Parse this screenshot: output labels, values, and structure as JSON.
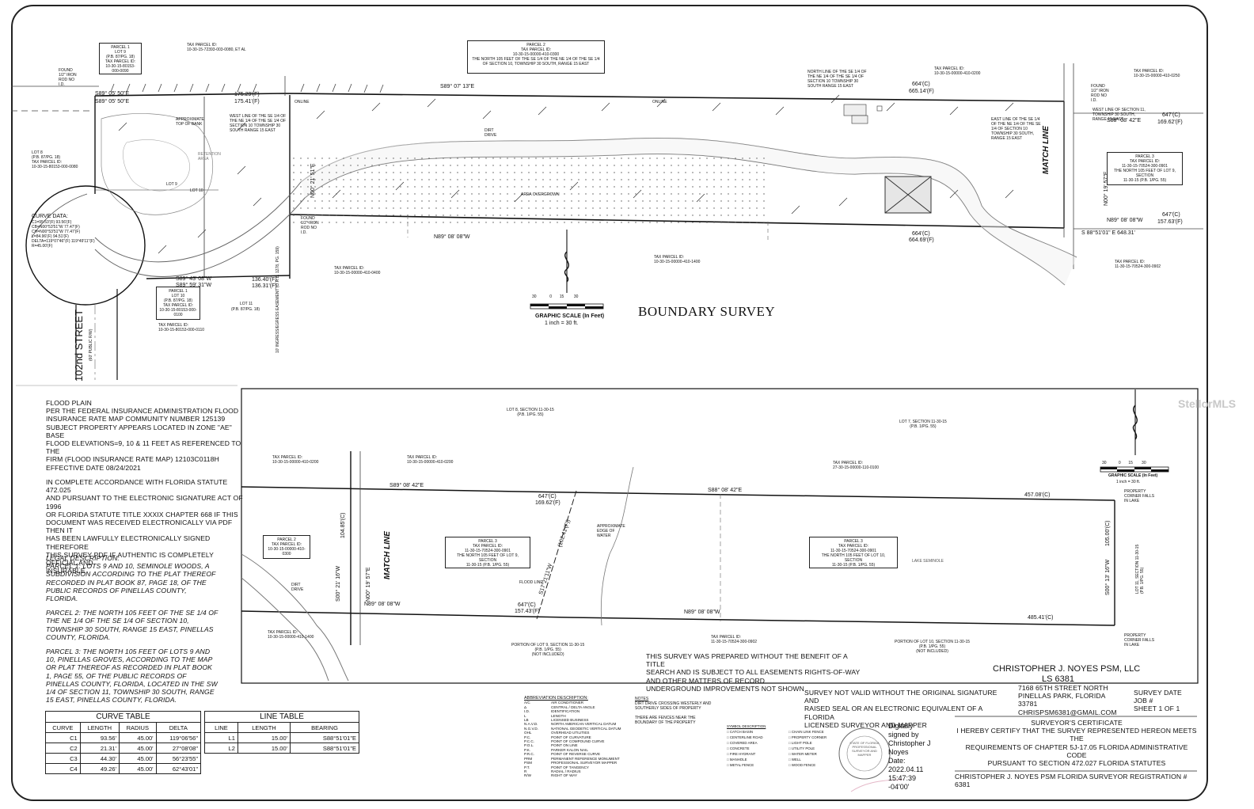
{
  "title": "BOUNDARY SURVEY",
  "scale_top": {
    "label": "GRAPHIC SCALE (In Feet)",
    "ratio": "1 inch = 30 ft.",
    "ticks": [
      "30",
      "0",
      "15",
      "30"
    ]
  },
  "scale_bottom": {
    "label": "GRAPHIC SCALE (In Feet)",
    "ratio": "1 inch = 30 ft.",
    "ticks": [
      "30",
      "0",
      "15",
      "30"
    ]
  },
  "street": "102nd STREET",
  "street_sub": "(60' PUBLIC R/W)",
  "labels": {
    "area_overgrown": "AREA OVERGROWN",
    "lot9": "LOT 9",
    "lot10": "LOT 10",
    "lot11": "LOT 11",
    "lot11_sub": "(P.B. 87/PG. 18)",
    "retention": "RETENTION AREA",
    "match_line": "MATCH LINE",
    "match_line2": "MATCH LINE",
    "lake": "LAKE SEMINOLE",
    "online": "ONLINE",
    "online2": "ONLINE",
    "dirt_drive": "DIRT DRIVE",
    "dirt_drive2": "DIRT DRIVE",
    "approx_top_bank": "APPROXIMATE TOP OF BANK",
    "approx_edge_water": "APPROXIMATE EDGE OF WATER",
    "flood_line": "FLOOD LINE",
    "prop_corner": "PROPERTY CORNER FALLS IN LAKE",
    "prop_corner2": "PROPERTY CORNER FALLS IN LAKE",
    "curve_data": "CURVE DATA:"
  },
  "bearings": {
    "top_north": "S89° 07' 13\"E",
    "top_north_d1": "664'(C)",
    "top_north_d2": "665.14'(F)",
    "left_s1": "S89° 05' 50\"E",
    "left_s2": "S89° 05' 50\"E",
    "left_d1": "175.29'(F)",
    "left_d2": "175.41'(F)",
    "west_line": "N00° 21' 51\"E",
    "south": "N89° 08' 08\"W",
    "south_d1": "664'(C)",
    "south_d2": "664.69'(F)",
    "match_n": "S88° 08' 42\"E",
    "match_d1": "647'(C)",
    "match_d2": "169.62'(F)",
    "match_s": "N89° 08' 08\"W",
    "match_s_d1": "647'(C)",
    "match_s_d2": "157.63'(F)",
    "s88": "S 88°51'01\" E 648.31'",
    "lot_s1": "S89° 43' 08\"W",
    "lot_s2": "S89° 59' 31\"W",
    "lot_d1": "136.40'(F)",
    "lot_d2": "136.31'(F)",
    "east_v": "N00° 19' 57\"E",
    "b_north1": "S89° 08' 42\"E",
    "b_north1_d1": "647'(C)",
    "b_north1_d2": "169.62'(F)",
    "b_north2": "S88° 08' 42\"E",
    "b_north2_d": "457.08'(C)",
    "b_south1": "N89° 08' 08\"W",
    "b_south1_d1": "647'(C)",
    "b_south1_d2": "157.43'(F)",
    "b_south2": "N89° 08' 08\"W",
    "b_south2_d": "485.41'(C)",
    "b_east": "S00° 13' 16\"W",
    "b_east_d": "105.00'(C)",
    "b_west1": "S00° 21' 16\"W",
    "b_west2": "N00° 19' 57\"E",
    "b_west_d": "104.85'(C)",
    "b_diag": "S17°21'11\"W",
    "b_diag2": "(102.41'(F))"
  },
  "parcels": {
    "p1_top": {
      "title": "PARCEL 1",
      "lines": [
        "LOT 9",
        "(P.B. 87/PG. 18)",
        "TAX PARCEL ID:",
        "10-30-15-80153-000-0090"
      ]
    },
    "p2_top": {
      "title": "PARCEL 2",
      "lines": [
        "TAX PARCEL ID:",
        "10-30-15-00000-410-0300",
        "THE NORTH 105 FEET OF THE SE 1/4 OF THE NE 1/4 OF THE SE 1/4",
        "OF SECTION 10, TOWNSHIP 30 SOUTH, RANGE 15 EAST"
      ]
    },
    "p1_lot10": {
      "title": "PARCEL 1",
      "lines": [
        "LOT 10",
        "(P.B. 87/PG. 18)",
        "TAX PARCEL ID:",
        "10-30-15-80153-000-0100"
      ]
    },
    "p3_right": {
      "title": "PARCEL 3",
      "lines": [
        "TAX PARCEL ID:",
        "11-30-15-70524-300-0901",
        "THE NORTH 105 FEET OF LOT 9, SECTION",
        "11-30-15 (P.B. 1/PG. 55)"
      ]
    },
    "p2_bottom": {
      "title": "PARCEL 2",
      "lines": [
        "TAX PARCEL ID:",
        "10-30-15-00000-410-0300"
      ]
    },
    "p3_bottom": {
      "title": "PARCEL 3",
      "lines": [
        "TAX PARCEL ID:",
        "11-30-15-70524-300-0901",
        "THE NORTH 105 FEET OF LOT 9, SECTION",
        "11-30-15 (P.B. 1/PG. 55)"
      ]
    },
    "p3_bottom2": {
      "title": "PARCEL 3",
      "lines": [
        "TAX PARCEL ID:",
        "11-30-15-70524-300-0901",
        "THE NORTH 105 FEET OF LOT 10, SECTION",
        "11-30-15 (P.B. 1/PG. 55)"
      ]
    }
  },
  "tax_labels": {
    "t1": {
      "h": "TAX PARCEL ID:",
      "v": "10-30-15-72393-003-0080, ET AL"
    },
    "t2": {
      "h": "TAX PARCEL ID:",
      "v": "10-30-15-00000-410-0200"
    },
    "t3": {
      "h": "TAX PARCEL ID:",
      "v": "10-30-15-00000-410-0250"
    },
    "t4": {
      "h": "TAX PARCEL ID:",
      "v": "10-30-15-80153-000-0080"
    },
    "t5": {
      "h": "TAX PARCEL ID:",
      "v": "10-30-15-00000-410-0400"
    },
    "t6": {
      "h": "TAX PARCEL ID:",
      "v": "10-30-15-00000-410-1400"
    },
    "t7": {
      "h": "TAX PARCEL ID:",
      "v": "11-30-15-70524-300-0902"
    },
    "t8": {
      "h": "TAX PARCEL ID:",
      "v": "10-30-15-80153-000-0110"
    },
    "t9": {
      "h": "TAX PARCEL ID:",
      "v": "10-30-15-00000-410-0200"
    },
    "t10": {
      "h": "TAX PARCEL ID:",
      "v": "10-30-15-00000-410-0200"
    },
    "t11": {
      "h": "TAX PARCEL ID:",
      "v": "27-30-15-00000-110-0100"
    },
    "t12": {
      "h": "TAX PARCEL ID:",
      "v": "10-30-15-00000-410-1400"
    },
    "t13": {
      "h": "TAX PARCEL ID:",
      "v": "11-30-15-70524-300-0902"
    }
  },
  "lot_notes": {
    "lot8_sec": {
      "title": "LOT 8, SECTION 11-30-15",
      "sub": "(P.B. 1/PG. 55)"
    },
    "lot7_sec": {
      "title": "LOT 7, SECTION 11-30-15",
      "sub": "(P.B. 1/PG. 55)"
    },
    "lot9_portion": {
      "title": "PORTION OF LOT 9, SECTION 11-30-15",
      "sub1": "(P.B. 1/PG. 55)",
      "sub2": "(NOT INCLUDED)"
    },
    "lot10_portion": {
      "title": "PORTION OF LOT 10, SECTION 11-30-15",
      "sub1": "(P.B. 1/PG. 55)",
      "sub2": "(NOT INCLUDED)"
    },
    "lot11_sec": {
      "title": "LOT 11, SECTION 11-30-15",
      "sub": "(P.B. 1/PG. 55)"
    },
    "west_line_note": "WEST LINE OF THE SE 1/4 OF THE NE 1/4 OF THE SE 1/4 OF SECTION 10 TOWNSHIP 30 SOUTH RANGE 15 EAST",
    "north_line_note": "NORTH LINE OF THE SE 1/4 OF THE NE 1/4 OF THE SE 1/4 OF SECTION 10 TOWNSHIP 30 SOUTH RANGE 15 EAST",
    "east_line_note": "EAST LINE OF THE SE 1/4 OF THE NE 1/4 OF THE SE 1/4 OF SECTION 10 TOWNSHIP 30 SOUTH, RANGE 15 EAST",
    "west_line_sec11": "WEST LINE OF SECTION 11, TOWNSHIP 30 SOUTH, RANGE 15 EAST",
    "ease": "10' INGRESS/EGRESS EASEMENT (O.R.B. 1278, PG. 159)",
    "found_rod": "FOUND 1/2\" IRON ROD NO I.D."
  },
  "flood": {
    "heading": "FLOOD PLAIN",
    "lines": [
      "PER THE FEDERAL INSURANCE ADMINISTRATION FLOOD",
      "INSURANCE RATE MAP COMMUNITY NUMBER 125139",
      "SUBJECT PROPERTY APPEARS LOCATED IN ZONE \"AE\" BASE",
      "FLOOD ELEVATIONS=9, 10 & 11 FEET AS REFERENCED TO THE",
      "FIRM (FLOOD INSURANCE RATE MAP) 12103C0118H",
      "EFFECTIVE DATE  08/24/2021"
    ]
  },
  "statute": {
    "lines": [
      "IN COMPLETE ACCORDANCE WITH FLORIDA STATUTE 472.025",
      "AND PURSUANT TO THE ELECTRONIC SIGNATURE ACT OF 1996",
      "OR FLORIDA STATUTE TITLE XXXIX CHAPTER 668 IF THIS",
      "DOCUMENT WAS RECEIVED ELECTRONICALLY VIA PDF THEN IT",
      "HAS BEEN LAWFULLY ELECTRONICALLY SIGNED  THEREFORE",
      "THIS SURVEY PDF IF AUTHENTIC IS COMPLETELY OFFICIAL AND",
      "INSURABLE"
    ]
  },
  "legal": {
    "heading": "LEGAL DESCRIPTION:",
    "p1": "PARCEL 1: LOTS 9 AND 10, SEMINOLE WOODS, A SUBDIVISION ACCORDING TO THE PLAT THEREOF RECORDED IN PLAT BOOK 87, PAGE 18, OF THE PUBLIC RECORDS OF PINELLAS COUNTY, FLORIDA.",
    "p2": "PARCEL 2: THE NORTH 105 FEET OF THE SE 1/4 OF THE NE 1/4 OF THE SE 1/4 OF SECTION 10, TOWNSHIP 30 SOUTH, RANGE 15 EAST, PINELLAS COUNTY, FLORIDA.",
    "p3": "PARCEL 3: THE NORTH 105 FEET OF LOTS 9 AND 10, PINELLAS GROVES, ACCORDING TO THE MAP OR PLAT THEREOF AS RECORDED IN PLAT BOOK 1, PAGE 55, OF THE PUBLIC RECORDS OF PINELLAS COUNTY, FLORIDA, LOCATED IN THE SW 1/4 OF SECTION 11, TOWNSHIP 30 SOUTH, RANGE 15 EAST, PINELLAS COUNTY, FLORIDA."
  },
  "curve_table": {
    "title": "CURVE TABLE",
    "headers": [
      "CURVE",
      "LENGTH",
      "RADIUS",
      "DELTA"
    ],
    "rows": [
      [
        "C1",
        "93.56'",
        "45.00'",
        "119°06'56\""
      ],
      [
        "C2",
        "21.31'",
        "45.00'",
        "27°08'08\""
      ],
      [
        "C3",
        "44.30'",
        "45.00'",
        "56°23'55\""
      ],
      [
        "C4",
        "49.26'",
        "45.00'",
        "62°43'01\""
      ]
    ]
  },
  "line_table": {
    "title": "LINE TABLE",
    "headers": [
      "LINE",
      "LENGTH",
      "BEARING"
    ],
    "rows": [
      [
        "L1",
        "15.00'",
        "S88°51'01\"E"
      ],
      [
        "L2",
        "15.00'",
        "S88°51'01\"E"
      ]
    ]
  },
  "curve_data": {
    "lines": [
      "C1=95.53'(F) 93.56'(F)",
      "CB=N00°53'51\"W 77.47'(F)",
      "CH=N00°53'51\"W 77.47'(F)",
      "L=84.96'(F) 94.51'(F)",
      "DELTA=119°07'46\"(F) 119°49'11\"(F)",
      "R=45.00'(F)"
    ]
  },
  "prepared": {
    "lines": [
      "THIS SURVEY WAS PREPARED WITHOUT THE BENEFIT OF A TITLE",
      "SEARCH AND IS SUBJECT TO ALL EASEMENTS RIGHTS-OF-WAY",
      "AND OTHER MATTERS OF RECORD",
      "UNDERGROUND IMPROVEMENTS NOT SHOWN"
    ]
  },
  "company": {
    "name": "CHRISTOPHER J. NOYES PSM, LLC",
    "ls": "LS 6381",
    "addr1": "7168 65TH STREET NORTH",
    "addr2": "PINELLAS PARK, FLORIDA 33781",
    "email": "CHRISPSM6381@GMAIL.COM"
  },
  "survey_meta": {
    "date": "SURVEY DATE",
    "job": "JOB #",
    "sheet": "SHEET 1 OF 1"
  },
  "not_valid": [
    "SURVEY NOT VALID WITHOUT THE ORIGINAL SIGNATURE AND",
    "RAISED SEAL OR AN ELECTRONIC EQUIVALENT OF A FLORIDA",
    "LICENSED SURVEYOR AND MAPPER"
  ],
  "certificate": {
    "heading": "SURVEYOR'S CERTIFICATE",
    "lines": [
      "I HEREBY CERTIFY THAT THE SURVEY REPRESENTED HEREON MEETS THE",
      "REQUIREMENTS OF CHAPTER 5J-17.05 FLORIDA ADMINISTRATIVE CODE",
      "PURSUANT TO SECTION 472.027 FLORIDA STATUTES"
    ],
    "signature": "CHRISTOPHER J. NOYES PSM    FLORIDA SURVEYOR REGISTRATION # 6381"
  },
  "digital_sig": {
    "lines": [
      "Digitally",
      "signed by",
      "Christopher J",
      "Noyes",
      "Date:",
      "2022.04.11",
      "15:47:39",
      "-04'00'"
    ]
  },
  "abbrev": {
    "heading": "ABBREVIATION DESCRIPTION:",
    "items": [
      [
        "A/C",
        "AIR CONDITIONER"
      ],
      [
        "Δ",
        "CENTRAL / DELTA ANGLE"
      ],
      [
        "I.D.",
        "IDENTIFICATION"
      ],
      [
        "L",
        "LENGTH"
      ],
      [
        "LB",
        "LICENSED BUSINESS"
      ],
      [
        "N.A.V.D.",
        "NORTH AMERICAN VERTICAL DATUM"
      ],
      [
        "N.G.V.D.",
        "NATIONAL GEODETIC VERTICAL DATUM"
      ],
      [
        "OHL",
        "OVERHEAD UTILITIES"
      ],
      [
        "P.C.",
        "POINT OF CURVATURE"
      ],
      [
        "P.C.C.",
        "POINT OF COMPOUND CURVE"
      ],
      [
        "P.O.L.",
        "POINT ON LINE"
      ],
      [
        "P.K.",
        "PARKER KALON NAIL"
      ],
      [
        "P.R.C.",
        "POINT OF REVERSE CURVE"
      ],
      [
        "PRM",
        "PERMANENT REFERENCE MONUMENT"
      ],
      [
        "PSM",
        "PROFESSIONAL SURVEYOR MAPPER"
      ],
      [
        "P.T.",
        "POINT OF TANGENCY"
      ],
      [
        "R",
        "RADIAL / RADIUS"
      ],
      [
        "R/W",
        "RIGHT OF WAY"
      ]
    ]
  },
  "notes": {
    "heading": "NOTES",
    "lines": [
      "DIRT DRIVE CROSSING WESTERLY AND",
      "SOUTHERLY SIDES OF PROPERTY",
      "",
      "THERE ARE FENCES NEAR THE",
      "BOUNDARY OF THE PROPERTY"
    ]
  },
  "symbols": {
    "heading": "SYMBOL DESCRIPTION",
    "items": [
      "CATCH BASIN",
      "CENTERLINE ROAD",
      "COVERED AREA",
      "CONCRETE",
      "FIRE HYDRANT",
      "MANHOLE",
      "METAL FENCE",
      "CHAIN LINK FENCE",
      "PROPERTY CORNER",
      "LIGHT POLE",
      "UTILITY POLE",
      "WATER METER",
      "WELL",
      "WOOD FENCE"
    ]
  },
  "seal": "STATE OF FLORIDA  PROFESSIONAL SURVEYOR AND MAPPER",
  "watermark": "StellorMLS"
}
